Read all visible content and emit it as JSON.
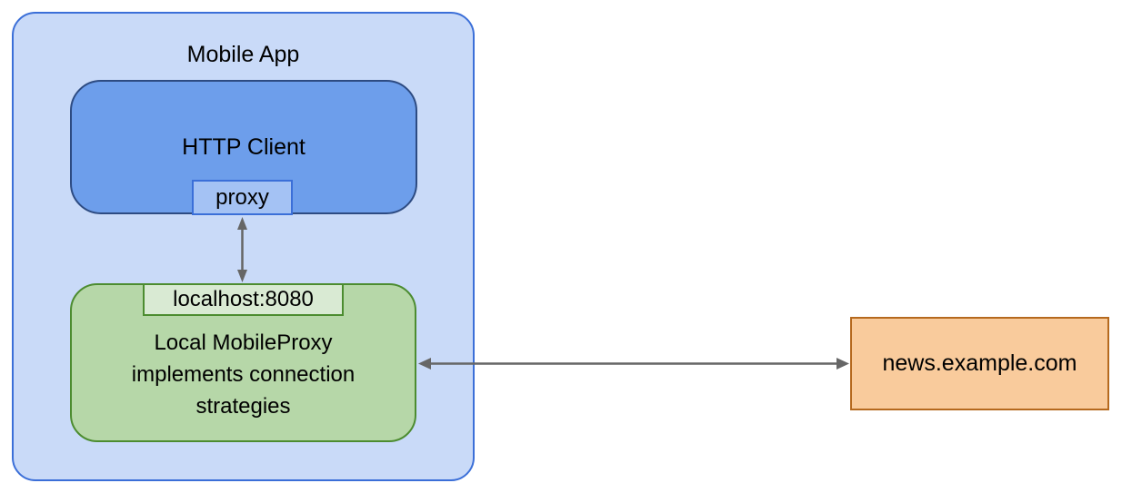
{
  "nodes": {
    "mobile_app": {
      "title": "Mobile App"
    },
    "http_client": {
      "label": "HTTP Client",
      "port": "proxy"
    },
    "mobile_proxy": {
      "port": "localhost:8080",
      "lines": [
        "Local MobileProxy",
        "implements connection",
        "strategies"
      ]
    },
    "remote_server": {
      "label": "news.example.com"
    }
  },
  "connections": [
    {
      "from": "proxy",
      "to": "localhost:8080",
      "direction": "bidirectional"
    },
    {
      "from": "Local MobileProxy",
      "to": "news.example.com",
      "direction": "bidirectional"
    }
  ],
  "colors": {
    "mobile_app_fill": "#c9daf8",
    "mobile_app_border": "#3b6fd8",
    "http_client_fill": "#6d9eeb",
    "http_client_border": "#2d4b82",
    "proxy_port_fill": "#a4c2f4",
    "proxy_port_border": "#3b6fd8",
    "mobile_proxy_fill": "#b6d7a8",
    "mobile_proxy_border": "#4c8c30",
    "localhost_port_fill": "#d9ead3",
    "localhost_port_border": "#4c8c30",
    "remote_server_fill": "#f9cb9c",
    "remote_server_border": "#b5691e",
    "arrow": "#666666",
    "text": "#000000"
  }
}
